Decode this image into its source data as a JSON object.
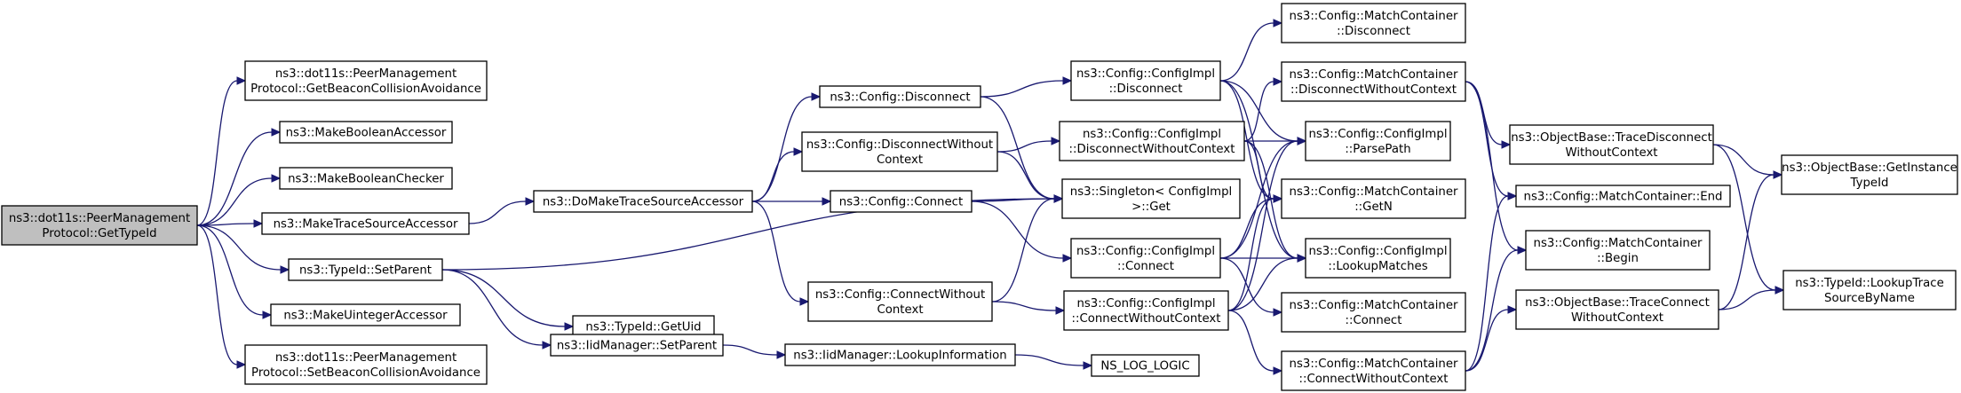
{
  "diagram": {
    "nodes": [
      {
        "id": "root",
        "lines": [
          "ns3::dot11s::PeerManagement",
          "Protocol::GetTypeId"
        ]
      },
      {
        "id": "getBeacon",
        "lines": [
          "ns3::dot11s::PeerManagement",
          "Protocol::GetBeaconCollisionAvoidance"
        ]
      },
      {
        "id": "makeBoolAcc",
        "lines": [
          "ns3::MakeBooleanAccessor"
        ]
      },
      {
        "id": "makeBoolChk",
        "lines": [
          "ns3::MakeBooleanChecker"
        ]
      },
      {
        "id": "makeTraceSrc",
        "lines": [
          "ns3::MakeTraceSourceAccessor"
        ]
      },
      {
        "id": "typeIdSetParent",
        "lines": [
          "ns3::TypeId::SetParent"
        ]
      },
      {
        "id": "makeUintAcc",
        "lines": [
          "ns3::MakeUintegerAccessor"
        ]
      },
      {
        "id": "setBeacon",
        "lines": [
          "ns3::dot11s::PeerManagement",
          "Protocol::SetBeaconCollisionAvoidance"
        ]
      },
      {
        "id": "doMakeTrace",
        "lines": [
          "ns3::DoMakeTraceSourceAccessor"
        ]
      },
      {
        "id": "getUid",
        "lines": [
          "ns3::TypeId::GetUid"
        ]
      },
      {
        "id": "iidSetParent",
        "lines": [
          "ns3::IidManager::SetParent"
        ]
      },
      {
        "id": "cfgDisconnect",
        "lines": [
          "ns3::Config::Disconnect"
        ]
      },
      {
        "id": "cfgDisconnectWC",
        "lines": [
          "ns3::Config::DisconnectWithout",
          "Context"
        ]
      },
      {
        "id": "cfgConnect",
        "lines": [
          "ns3::Config::Connect"
        ]
      },
      {
        "id": "cfgConnectWC",
        "lines": [
          "ns3::Config::ConnectWithout",
          "Context"
        ]
      },
      {
        "id": "iidLookupInfo",
        "lines": [
          "ns3::IidManager::LookupInformation"
        ]
      },
      {
        "id": "implDisconnect",
        "lines": [
          "ns3::Config::ConfigImpl",
          "::Disconnect"
        ]
      },
      {
        "id": "implDisconnectWC",
        "lines": [
          "ns3::Config::ConfigImpl",
          "::DisconnectWithoutContext"
        ]
      },
      {
        "id": "singletonGet",
        "lines": [
          "ns3::Singleton< ConfigImpl",
          " >::Get"
        ]
      },
      {
        "id": "implConnect",
        "lines": [
          "ns3::Config::ConfigImpl",
          "::Connect"
        ]
      },
      {
        "id": "implConnectWC",
        "lines": [
          "ns3::Config::ConfigImpl",
          "::ConnectWithoutContext"
        ]
      },
      {
        "id": "nsLogLogic",
        "lines": [
          "NS_LOG_LOGIC"
        ]
      },
      {
        "id": "mcDisconnect",
        "lines": [
          "ns3::Config::MatchContainer",
          "::Disconnect"
        ]
      },
      {
        "id": "mcDisconnectWC",
        "lines": [
          "ns3::Config::MatchContainer",
          "::DisconnectWithoutContext"
        ]
      },
      {
        "id": "implParsePath",
        "lines": [
          "ns3::Config::ConfigImpl",
          "::ParsePath"
        ]
      },
      {
        "id": "mcGetN",
        "lines": [
          "ns3::Config::MatchContainer",
          "::GetN"
        ]
      },
      {
        "id": "implLookupMatches",
        "lines": [
          "ns3::Config::ConfigImpl",
          "::LookupMatches"
        ]
      },
      {
        "id": "mcConnect",
        "lines": [
          "ns3::Config::MatchContainer",
          "::Connect"
        ]
      },
      {
        "id": "mcConnectWC",
        "lines": [
          "ns3::Config::MatchContainer",
          "::ConnectWithoutContext"
        ]
      },
      {
        "id": "obTraceDisconnectWC",
        "lines": [
          "ns3::ObjectBase::TraceDisconnect",
          "WithoutContext"
        ]
      },
      {
        "id": "mcEnd",
        "lines": [
          "ns3::Config::MatchContainer::End"
        ]
      },
      {
        "id": "mcBegin",
        "lines": [
          "ns3::Config::MatchContainer",
          "::Begin"
        ]
      },
      {
        "id": "obTraceConnectWC",
        "lines": [
          "ns3::ObjectBase::TraceConnect",
          "WithoutContext"
        ]
      },
      {
        "id": "obGetInstanceTypeId",
        "lines": [
          "ns3::ObjectBase::GetInstance",
          "TypeId"
        ]
      },
      {
        "id": "typeIdLookupTrace",
        "lines": [
          "ns3::TypeId::LookupTrace",
          "SourceByName"
        ]
      }
    ],
    "edges": [
      [
        "root",
        "getBeacon"
      ],
      [
        "root",
        "makeBoolAcc"
      ],
      [
        "root",
        "makeBoolChk"
      ],
      [
        "root",
        "makeTraceSrc"
      ],
      [
        "root",
        "typeIdSetParent"
      ],
      [
        "root",
        "makeUintAcc"
      ],
      [
        "root",
        "setBeacon"
      ],
      [
        "makeTraceSrc",
        "doMakeTrace"
      ],
      [
        "typeIdSetParent",
        "singletonGet"
      ],
      [
        "typeIdSetParent",
        "getUid"
      ],
      [
        "typeIdSetParent",
        "iidSetParent"
      ],
      [
        "iidSetParent",
        "iidLookupInfo"
      ],
      [
        "iidLookupInfo",
        "nsLogLogic"
      ],
      [
        "doMakeTrace",
        "cfgDisconnect"
      ],
      [
        "doMakeTrace",
        "cfgDisconnectWC"
      ],
      [
        "doMakeTrace",
        "cfgConnect"
      ],
      [
        "doMakeTrace",
        "cfgConnectWC"
      ],
      [
        "cfgDisconnect",
        "implDisconnect"
      ],
      [
        "cfgDisconnect",
        "singletonGet"
      ],
      [
        "cfgDisconnectWC",
        "implDisconnectWC"
      ],
      [
        "cfgDisconnectWC",
        "singletonGet"
      ],
      [
        "cfgConnect",
        "singletonGet"
      ],
      [
        "cfgConnect",
        "implConnect"
      ],
      [
        "cfgConnectWC",
        "singletonGet"
      ],
      [
        "cfgConnectWC",
        "implConnectWC"
      ],
      [
        "implDisconnect",
        "mcDisconnect"
      ],
      [
        "implDisconnect",
        "implParsePath"
      ],
      [
        "implDisconnect",
        "mcGetN"
      ],
      [
        "implDisconnect",
        "implLookupMatches"
      ],
      [
        "implDisconnectWC",
        "mcDisconnectWC"
      ],
      [
        "implDisconnectWC",
        "implParsePath"
      ],
      [
        "implDisconnectWC",
        "mcGetN"
      ],
      [
        "implDisconnectWC",
        "implLookupMatches"
      ],
      [
        "implConnect",
        "implParsePath"
      ],
      [
        "implConnect",
        "mcGetN"
      ],
      [
        "implConnect",
        "implLookupMatches"
      ],
      [
        "implConnect",
        "mcConnect"
      ],
      [
        "implConnectWC",
        "implParsePath"
      ],
      [
        "implConnectWC",
        "mcGetN"
      ],
      [
        "implConnectWC",
        "implLookupMatches"
      ],
      [
        "implConnectWC",
        "mcConnectWC"
      ],
      [
        "mcDisconnectWC",
        "obTraceDisconnectWC"
      ],
      [
        "mcDisconnectWC",
        "mcEnd"
      ],
      [
        "mcDisconnectWC",
        "mcBegin"
      ],
      [
        "mcConnectWC",
        "mcEnd"
      ],
      [
        "mcConnectWC",
        "mcBegin"
      ],
      [
        "mcConnectWC",
        "obTraceConnectWC"
      ],
      [
        "obTraceDisconnectWC",
        "obGetInstanceTypeId"
      ],
      [
        "obTraceDisconnectWC",
        "typeIdLookupTrace"
      ],
      [
        "obTraceConnectWC",
        "obGetInstanceTypeId"
      ],
      [
        "obTraceConnectWC",
        "typeIdLookupTrace"
      ]
    ]
  }
}
